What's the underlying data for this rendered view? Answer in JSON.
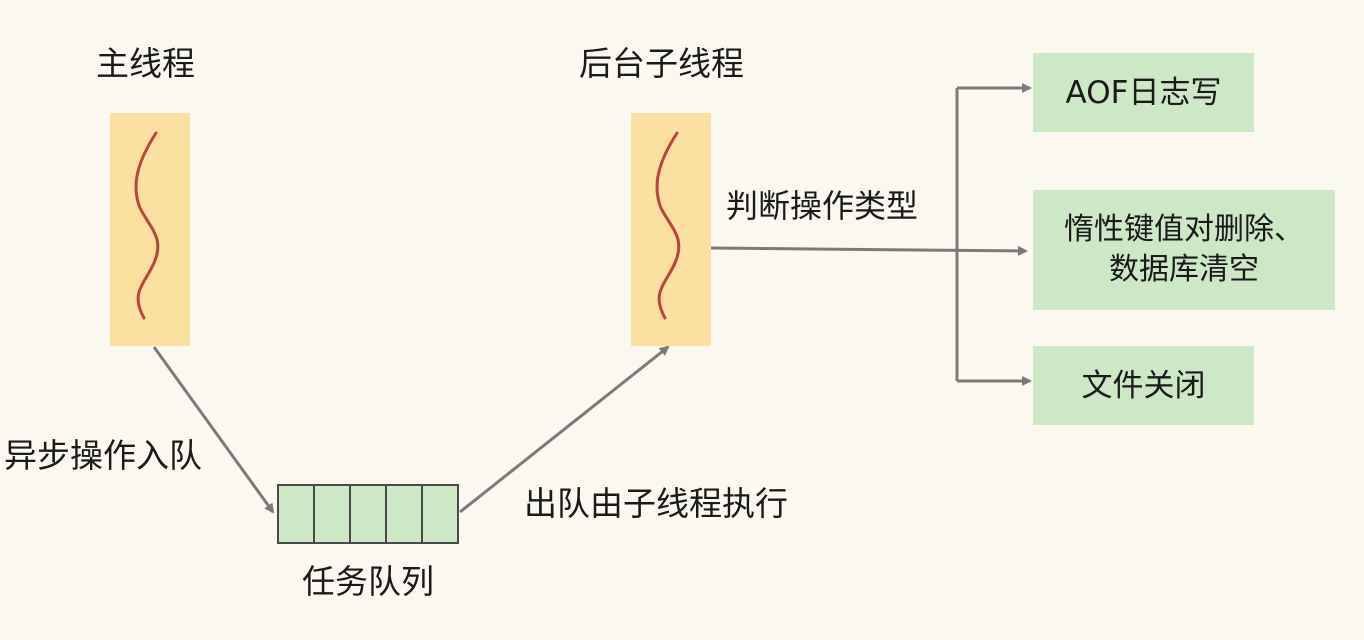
{
  "labels": {
    "main_thread": "主线程",
    "bg_thread": "后台子线程",
    "enqueue": "异步操作入队",
    "task_queue": "任务队列",
    "dequeue": "出队由子线程执行",
    "judge_type": "判断操作类型"
  },
  "operations": [
    "AOF日志写",
    "惰性键值对删除、\n数据库清空",
    "文件关闭"
  ],
  "queue": {
    "slot_count": 5
  },
  "colors": {
    "background": "#fbf8ef",
    "thread_fill": "#fbe09f",
    "thread_squiggle": "#b8453e",
    "box_fill": "#cde8c4",
    "arrow": "#7a7a7a"
  }
}
